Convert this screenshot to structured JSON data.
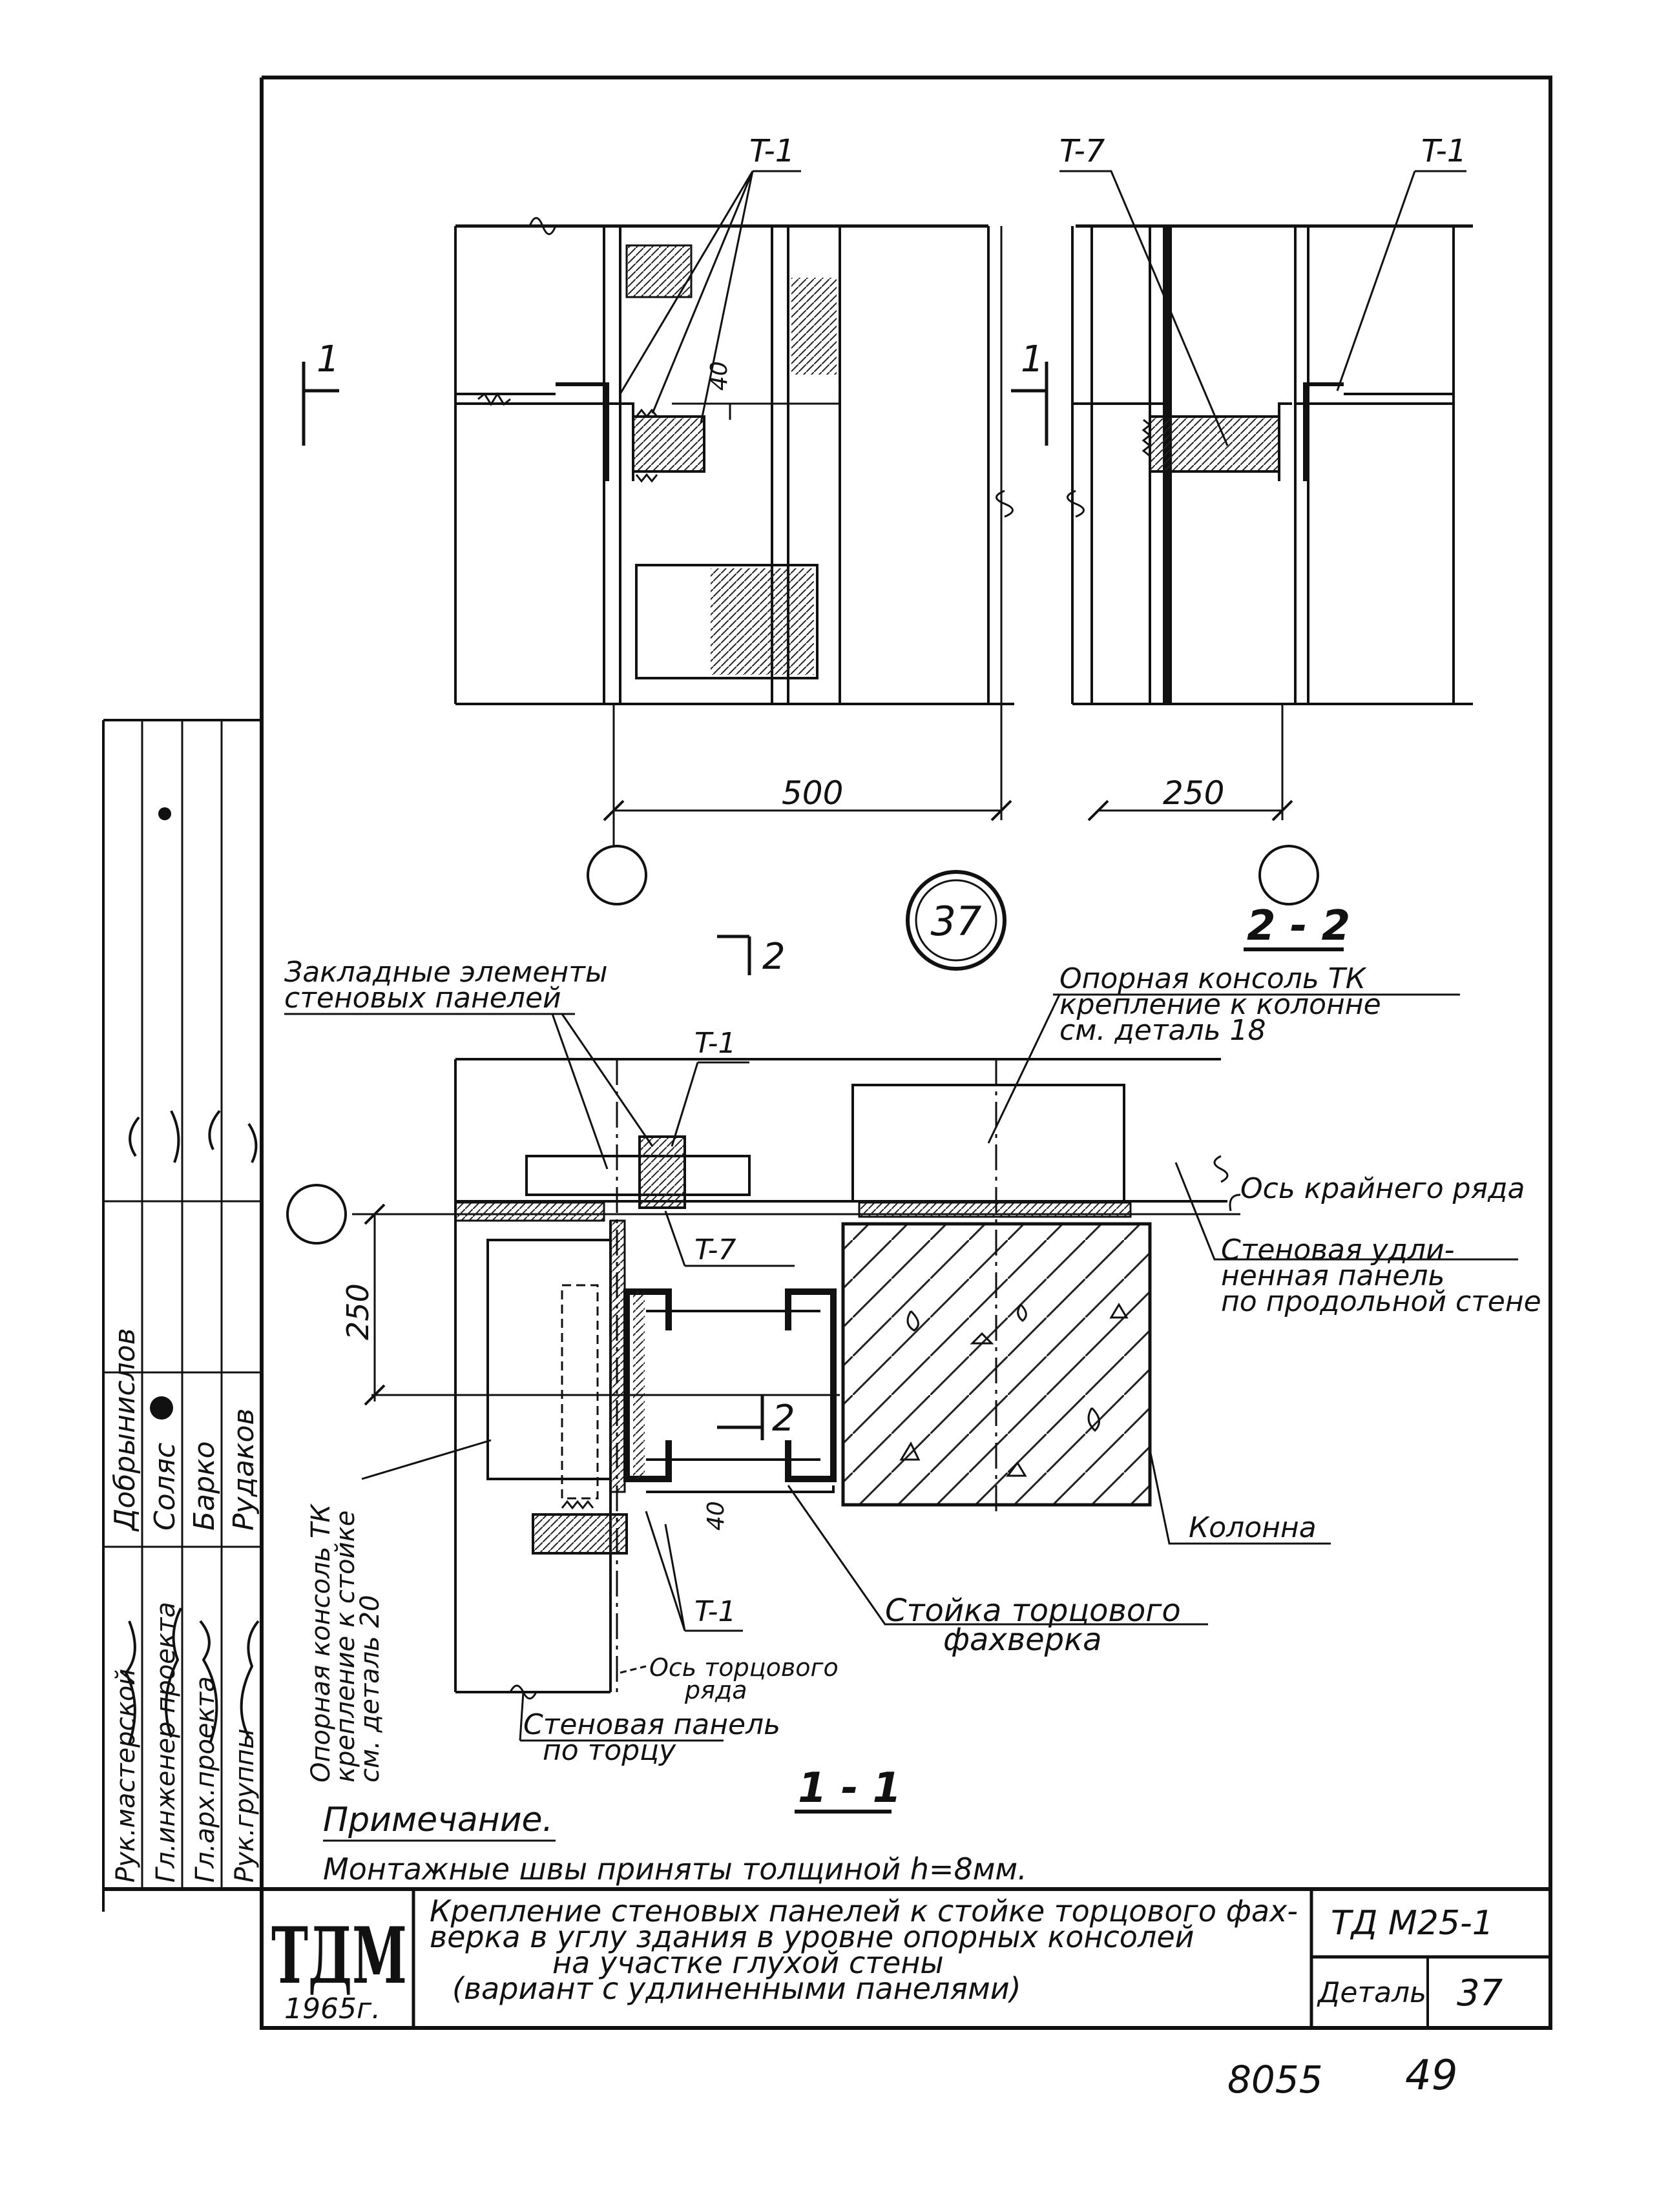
{
  "drawing": {
    "detail_number": "37",
    "dims": {
      "upper_left": "500",
      "upper_right": "250",
      "plan_vertical": "250",
      "gap_small": "40",
      "gap_small_plan": "40"
    },
    "section_marks": {
      "one": "1",
      "two": "2"
    },
    "section_titles": {
      "two_two": "2 - 2",
      "one_one": "1 - 1"
    },
    "element_labels": {
      "t1": "T-1",
      "t7": "T-7"
    },
    "callouts": {
      "embedded_line1": "Закладные элементы",
      "embedded_line2": "стеновых панелей",
      "console_line1": "Опорная консоль ТК",
      "console_line2": "крепление к колонне",
      "console_line3": "см. деталь 18",
      "axis_outer": "Ось крайнего ряда",
      "panel_long_line1": "Стеновая удли-",
      "panel_long_line2": "ненная панель",
      "panel_long_line3": "по продольной стене",
      "column": "Колонна",
      "post_line1": "Стойка торцового",
      "post_line2": "фахверка",
      "axis_end_line1": "Ось торцового",
      "axis_end_line2": "ряда",
      "panel_end_line1": "Стеновая панель",
      "panel_end_line2": "по торцу",
      "console_end_line1": "Опорная консоль ТК",
      "console_end_line2": "крепление к стойке",
      "console_end_line3": "см. деталь 20"
    },
    "note": {
      "heading": "Примечание.",
      "text": "Монтажные швы приняты толщиной h=8мм."
    }
  },
  "title_block": {
    "logo": "ТДМ",
    "year": "1965г.",
    "title_line1": "Крепление стеновых панелей к стойке торцового фах-",
    "title_line2": "верка в углу здания в уровне опорных консолей",
    "title_line3": "на участке глухой стены",
    "title_line4": "(вариант с удлиненными панелями)",
    "code": "ТД М25-1",
    "detail_label": "Деталь",
    "detail_value": "37"
  },
  "side_stamp": {
    "roles": [
      "Рук.мастерской",
      "Гл.инженер проекта",
      "Гл.арх.проекта",
      "Рук.группы"
    ],
    "names": [
      "Добрынислов",
      "Соляс",
      "Барко",
      "Рудаков"
    ]
  },
  "footer": {
    "sheet_code": "8055",
    "page": "49"
  }
}
